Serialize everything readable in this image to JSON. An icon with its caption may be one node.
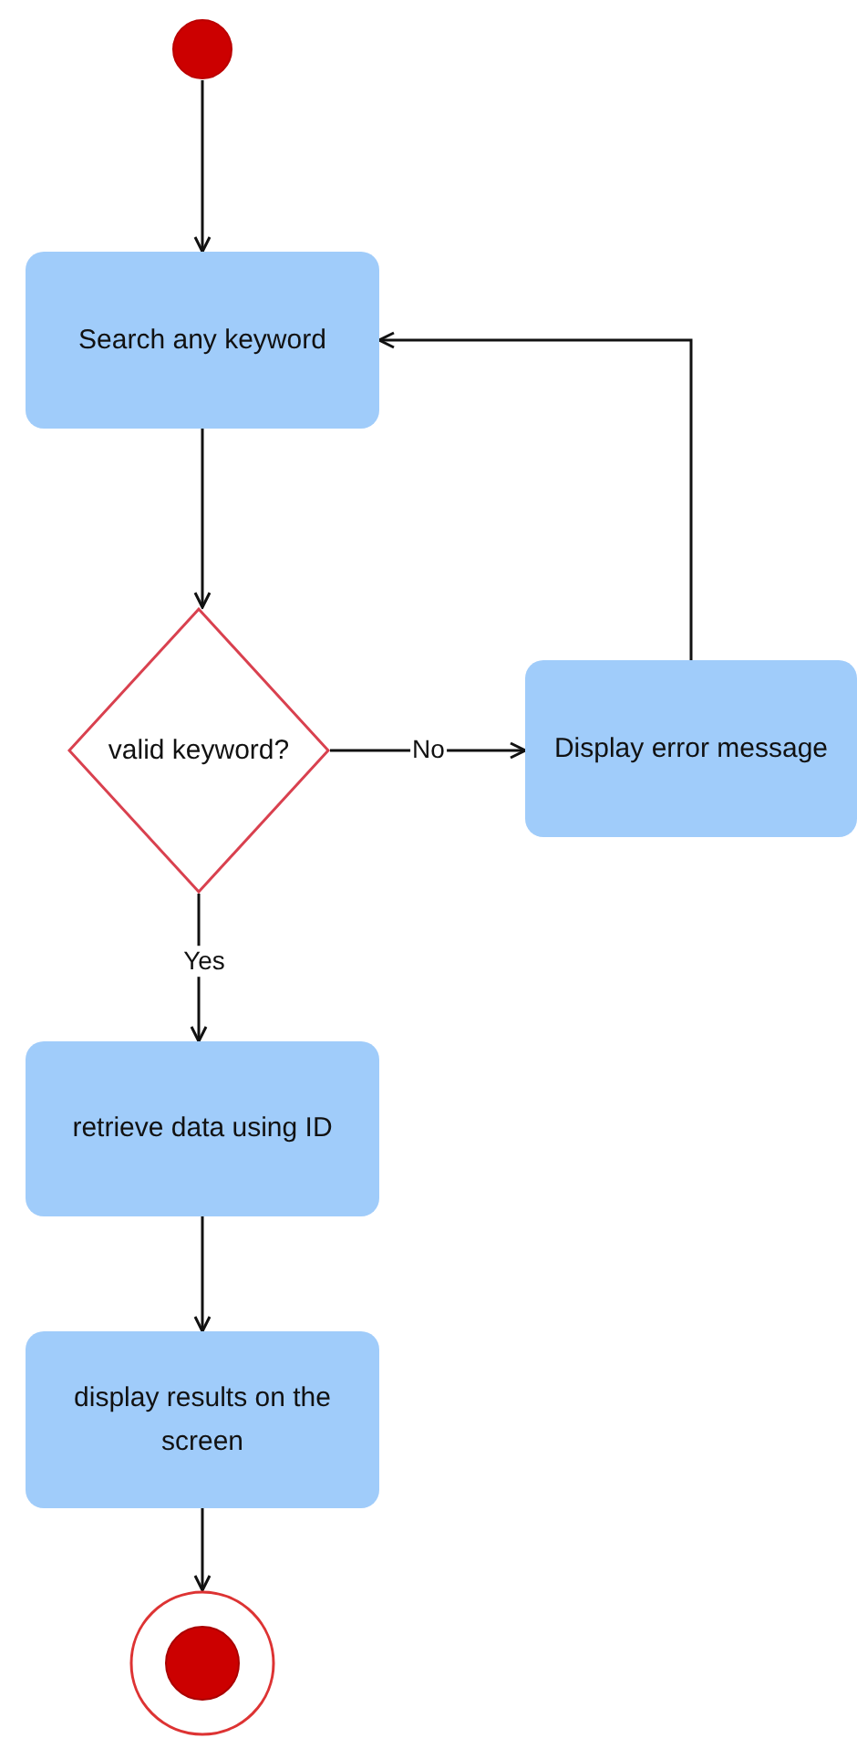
{
  "diagram": {
    "nodes": [
      {
        "text": [],
        "shape": "circle"
      },
      {
        "text": [
          "Search any keyword"
        ]
      },
      {
        "text": [
          "valid keyword?"
        ]
      },
      {
        "text": [
          "Display error message"
        ]
      },
      {
        "text": [
          "retrieve data using ID"
        ]
      },
      {
        "text": [
          "display results on the screen"
        ]
      },
      {
        "text": [],
        "shape": "bullseye"
      }
    ],
    "edges": [
      {
        "from": 0,
        "to": 1,
        "arrow": "to"
      },
      {
        "from": 1,
        "to": 2,
        "arrow": "to"
      },
      {
        "from": 2,
        "to": 3,
        "arrow": "to",
        "label": "No"
      },
      {
        "from": 3,
        "to": 1,
        "arrow": "to"
      },
      {
        "from": 2,
        "to": 4,
        "arrow": "to",
        "label": "Yes"
      },
      {
        "from": 4,
        "to": 5,
        "arrow": "to"
      },
      {
        "from": 5,
        "to": 6,
        "arrow": "to"
      }
    ]
  }
}
